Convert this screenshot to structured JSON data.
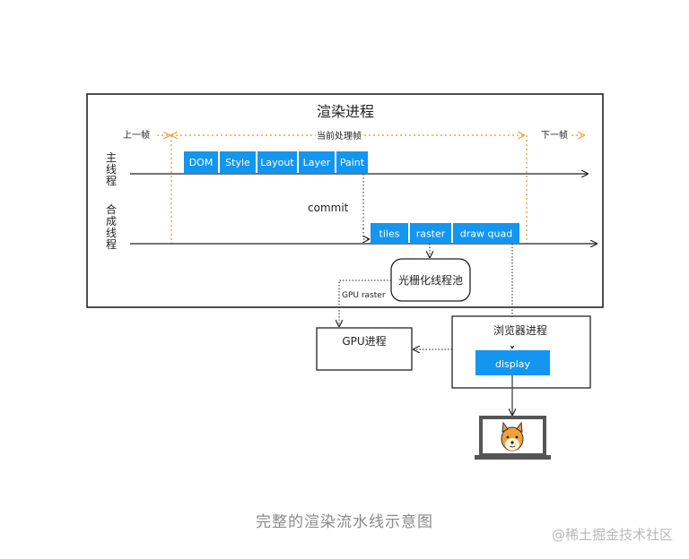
{
  "diagram": {
    "title": "渲染进程",
    "timeline": {
      "prev_frame": "上一帧",
      "current_frame": "当前处理帧",
      "next_frame": "下一帧"
    },
    "threads": {
      "main": "主线程",
      "compositor_line1": "合成",
      "compositor_line2": "线程"
    },
    "main_tasks": [
      "DOM",
      "Style",
      "Layout",
      "Layer",
      "Paint"
    ],
    "commit": "commit",
    "compositor_tasks": [
      "tiles",
      "raster",
      "draw quad"
    ],
    "raster_pool": "光栅化线程池",
    "gpu_raster": "GPU raster",
    "gpu_process": "GPU进程",
    "browser_process": "浏览器进程",
    "display": "display",
    "accent_color": "#1296f0",
    "timeline_color": "#f0a040"
  },
  "caption": "完整的渲染流水线示意图",
  "watermark": "@稀土掘金技术社区"
}
